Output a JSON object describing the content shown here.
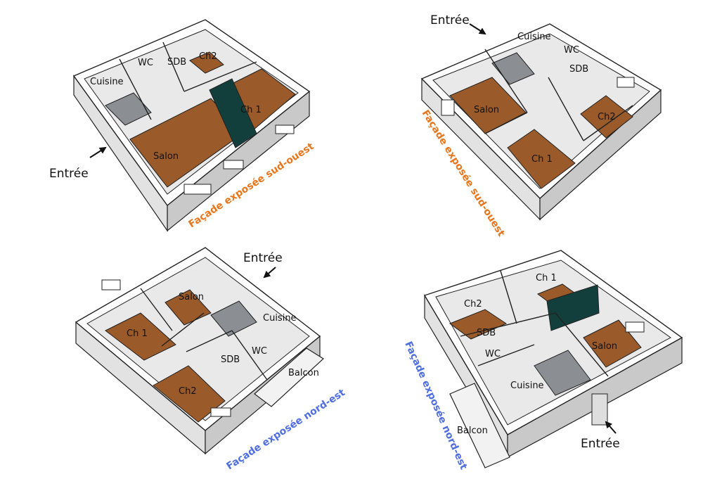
{
  "colors": {
    "wall_top": "#ffffff",
    "wall_left": "#e2e2e2",
    "wall_right": "#c9c9c9",
    "floor_wood": "#9a5a2a",
    "floor_tile": "#8b8f93",
    "floor_white": "#e9e9e9",
    "accent_teal": "#123f3c",
    "facade_sw": "#e8761d",
    "facade_ne": "#4f6ee0",
    "outline": "#222222"
  },
  "views": [
    {
      "labels": {
        "entree": "Entrée",
        "cuisine": "Cuisine",
        "wc": "WC",
        "sdb": "SDB",
        "ch2": "Ch2",
        "ch1": "Ch 1",
        "salon": "Salon"
      },
      "facade": "Façade exposée sud-ouest"
    },
    {
      "labels": {
        "entree": "Entrée",
        "cuisine": "Cuisine",
        "wc": "WC",
        "sdb": "SDB",
        "salon": "Salon",
        "ch2": "Ch2",
        "ch1": "Ch 1"
      },
      "facade": "Façade exposée sud-ouest"
    },
    {
      "labels": {
        "entree": "Entrée",
        "salon": "Salon",
        "cuisine": "Cuisine",
        "ch1": "Ch 1",
        "wc": "WC",
        "sdb": "SDB",
        "balcon": "Balcon",
        "ch2": "Ch2"
      },
      "facade": "Façade exposée nord-est"
    },
    {
      "labels": {
        "ch1": "Ch 1",
        "ch2": "Ch2",
        "sdb": "SDB",
        "wc": "WC",
        "salon": "Salon",
        "cuisine": "Cuisine",
        "balcon": "Balcon",
        "entree": "Entrée"
      },
      "facade": "Façade exposée nord-est"
    }
  ]
}
